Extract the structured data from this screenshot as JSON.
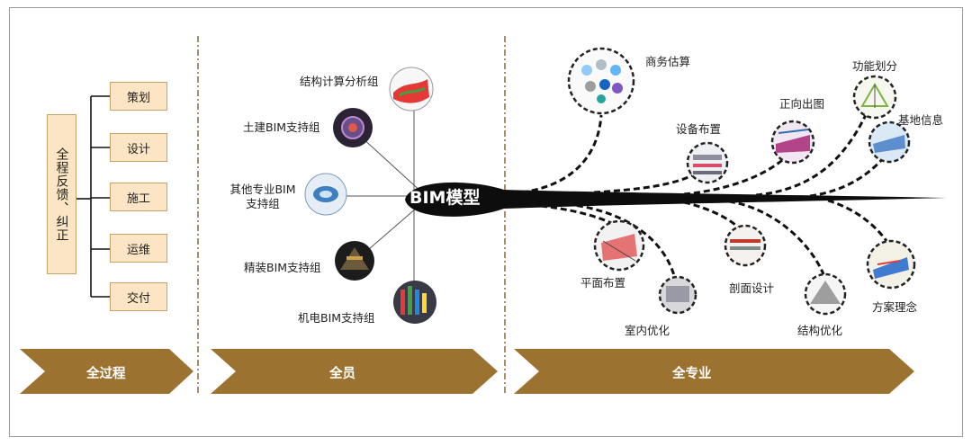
{
  "left": {
    "vertical_label": "全程反馈、纠正",
    "stages": [
      "策划",
      "设计",
      "施工",
      "运维",
      "交付"
    ]
  },
  "middle": {
    "core": "BIM模型",
    "groups": [
      {
        "label": "结构计算分析组"
      },
      {
        "label": "土建BIM支持组"
      },
      {
        "label": "其他专业BIM",
        "label2": "支持组"
      },
      {
        "label": "精装BIM支持组"
      },
      {
        "label": "机电BIM支持组"
      }
    ]
  },
  "right": {
    "top_branches": [
      "商务估算",
      "设备布置",
      "正向出图",
      "功能划分",
      "基地信息"
    ],
    "bottom_branches": [
      "平面布置",
      "室内优化",
      "剖面设计",
      "结构优化",
      "方案理念"
    ]
  },
  "arrows": [
    "全过程",
    "全员",
    "全专业"
  ],
  "colors": {
    "arrow_brown": "#9c7231",
    "box_fill": "#fbe5c4",
    "box_border": "#c9a46a",
    "divider": "#8a6a3a",
    "core_black": "#0d0d0d"
  }
}
